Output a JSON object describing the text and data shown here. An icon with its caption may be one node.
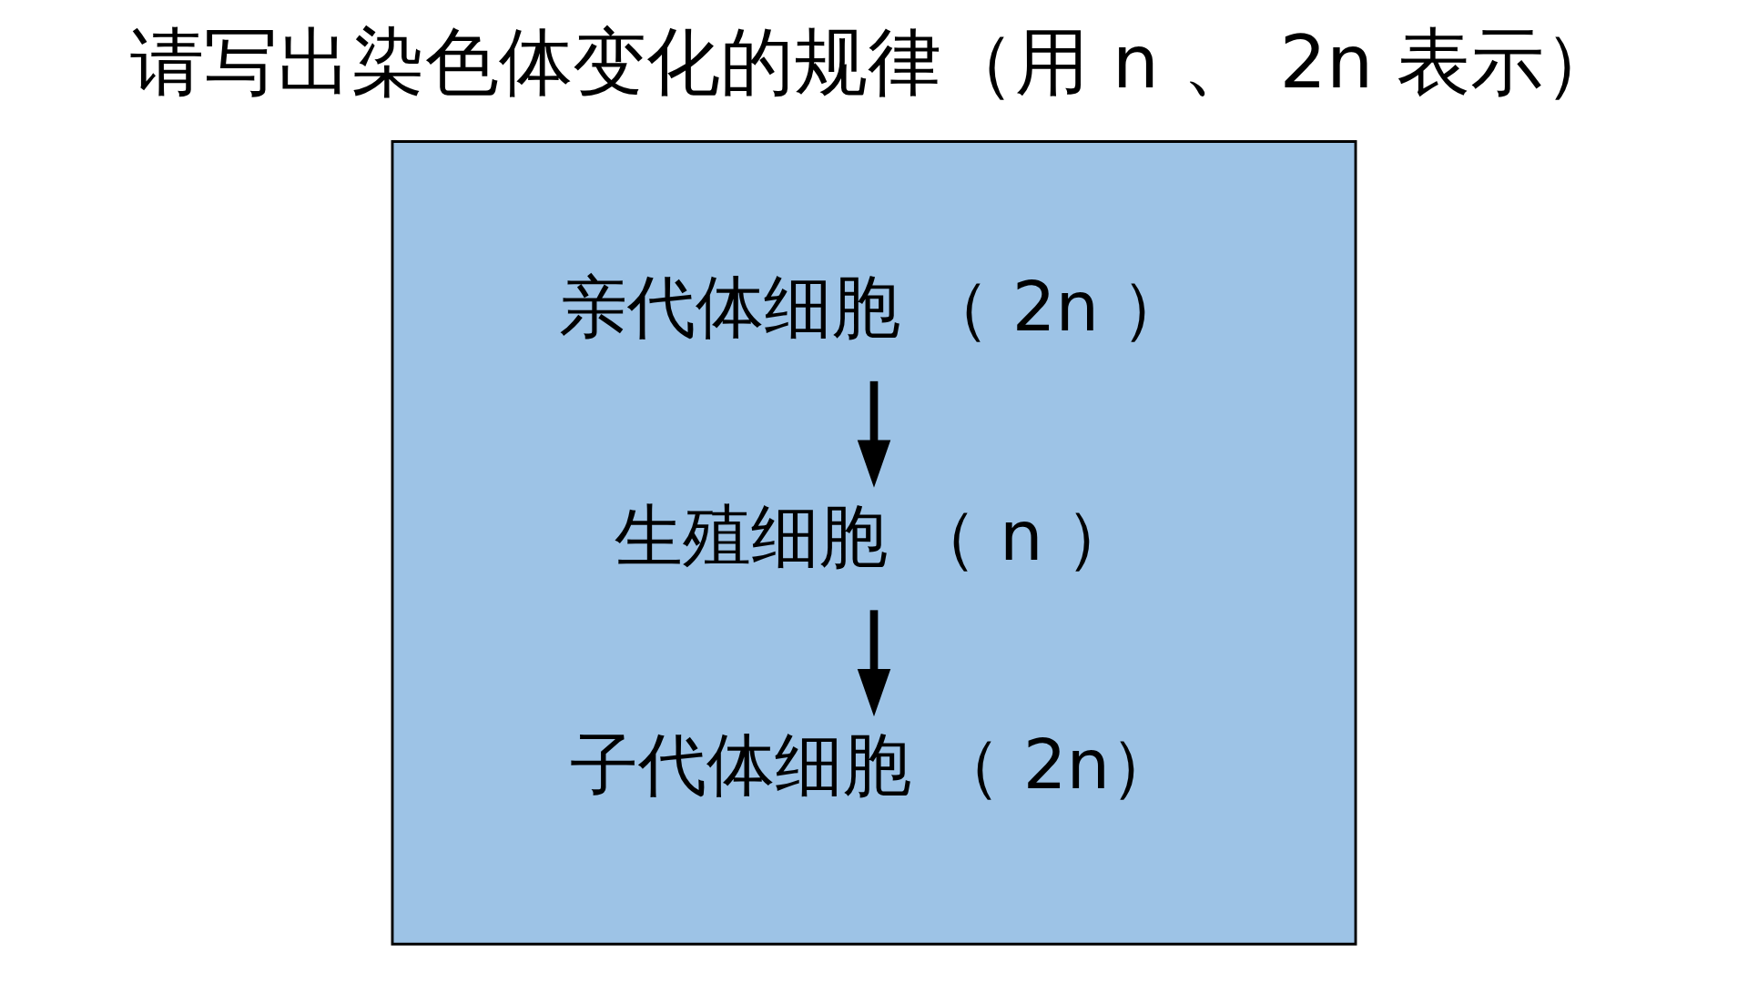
{
  "diagram": {
    "title": "请写出染色体变化的规律（用 n 、 2n 表示）",
    "nodes": [
      {
        "text": [],
        "shape": "box"
      },
      {
        "text": [
          "亲代体细胞 （ 2n ）"
        ],
        "in": 0
      },
      {
        "text": [
          "生殖细胞 （ n ）"
        ],
        "in": 0
      },
      {
        "text": [
          "子代体细胞 （ 2n）"
        ],
        "in": 0
      }
    ],
    "edges": [
      {
        "from": 1,
        "to": 2,
        "arrow": "to"
      },
      {
        "from": 2,
        "to": 3,
        "arrow": "to"
      }
    ]
  }
}
